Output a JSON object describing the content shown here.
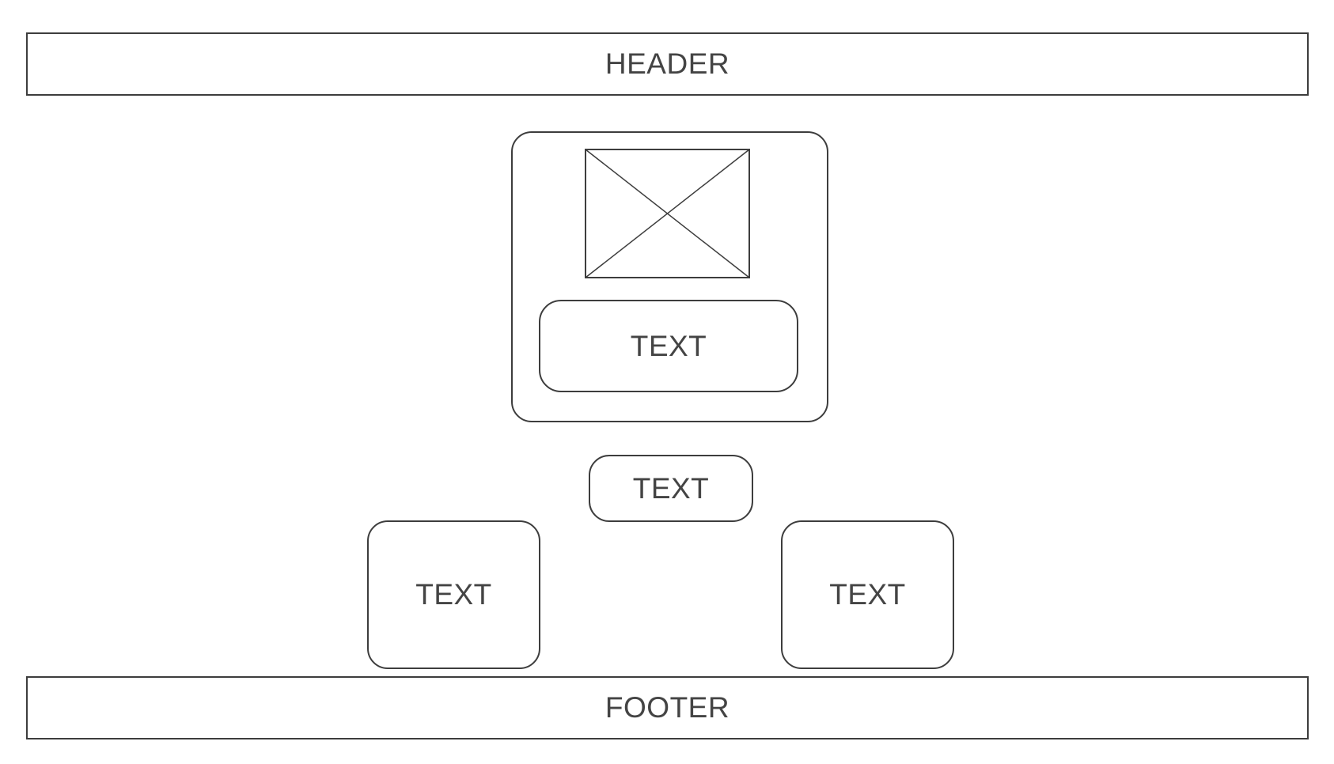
{
  "header": {
    "label": "HEADER"
  },
  "card": {
    "image_icon": "image-placeholder-icon",
    "text": "TEXT"
  },
  "center_box": {
    "text": "TEXT"
  },
  "left_box": {
    "text": "TEXT"
  },
  "right_box": {
    "text": "TEXT"
  },
  "footer": {
    "label": "FOOTER"
  }
}
